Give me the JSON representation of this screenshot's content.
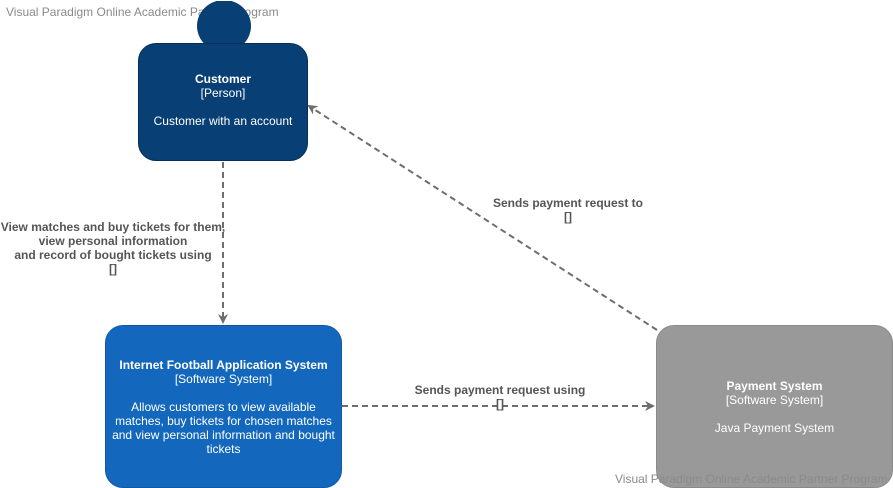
{
  "watermark": {
    "top": "Visual Paradigm Online Academic Partner Program",
    "bottom": "Visual Paradigm Online Academic Partner Program"
  },
  "nodes": {
    "customer": {
      "title": "Customer",
      "type": "[Person]",
      "description": "Customer with an account",
      "color": "#083f75"
    },
    "app": {
      "title": "Internet Football Application System",
      "type": "[Software System]",
      "description_lines": [
        "Allows customers to view available",
        "matches, buy tickets for chosen matches",
        "and view personal information and bought",
        "tickets"
      ],
      "color": "#1368bd"
    },
    "payment": {
      "title": "Payment System",
      "type": "[Software System]",
      "description": "Java Payment System",
      "color": "#999999"
    }
  },
  "relationships": {
    "customer_to_app": {
      "lines": [
        "View matches and buy tickets for them,",
        "view personal information",
        "and record of bought tickets using"
      ],
      "technology": "[]"
    },
    "payment_to_customer": {
      "lines": [
        "Sends payment request to"
      ],
      "technology": "[]"
    },
    "app_to_payment": {
      "lines": [
        "Sends payment request using"
      ],
      "technology": "[]"
    }
  },
  "line_color": "#6e6e6e"
}
